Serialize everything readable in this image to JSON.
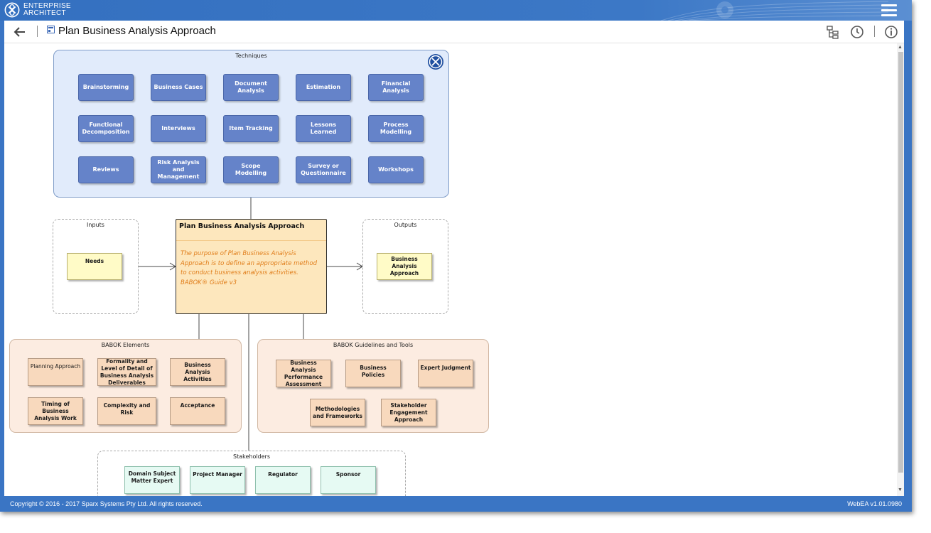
{
  "app": {
    "brand_line1": "ENTERPRISE",
    "brand_line2": "ARCHITECT",
    "menu_icon": "hamburger-menu-icon"
  },
  "titlebar": {
    "title": "Plan Business Analysis Approach",
    "back_icon": "back-arrow-icon",
    "diagram_icon": "diagram-icon",
    "actions": [
      "browser-tree-icon",
      "history-clock-icon",
      "info-icon"
    ]
  },
  "diagram": {
    "techniques": {
      "title": "Techniques",
      "items": [
        "Brainstorming",
        "Business Cases",
        "Document Analysis",
        "Estimation",
        "Financial Analysis",
        "Functional Decomposition",
        "Interviews",
        "Item Tracking",
        "Lessons Learned",
        "Process Modelling",
        "Reviews",
        "Risk Analysis and Management",
        "Scope Modelling",
        "Survey or Questionnaire",
        "Workshops"
      ]
    },
    "inputs": {
      "title": "Inputs",
      "items": [
        "Needs"
      ]
    },
    "outputs": {
      "title": "Outputs",
      "items": [
        "Business Analysis Approach"
      ]
    },
    "activity": {
      "title": "Plan Business Analysis Approach",
      "description": "The purpose of Plan Business Analysis Approach is to define an appropriate method to conduct business analysis activities.",
      "source": "BABOK® Guide v3"
    },
    "babok_elements": {
      "title": "BABOK Elements",
      "items": [
        "Planning Approach",
        "Formality and Level of Detail of Business Analysis Deliverables",
        "Business Analysis Activities",
        "Timing of Business Analysis Work",
        "Complexity and Risk",
        "Acceptance"
      ]
    },
    "babok_guidelines": {
      "title": "BABOK Guidelines and Tools",
      "items": [
        "Business Analysis Performance Assessment",
        "Business Policies",
        "Expert Judgment",
        "Methodologies and Frameworks",
        "Stakeholder Engagement Approach"
      ]
    },
    "stakeholders": {
      "title": "Stakeholders",
      "items": [
        "Domain Subject Matter Expert",
        "Project Manager",
        "Regulator",
        "Sponsor"
      ]
    }
  },
  "footer": {
    "copyright": "Copyright © 2016 - 2017 Sparx Systems Pty Ltd. All rights reserved.",
    "version": "WebEA v1.01.0980"
  }
}
